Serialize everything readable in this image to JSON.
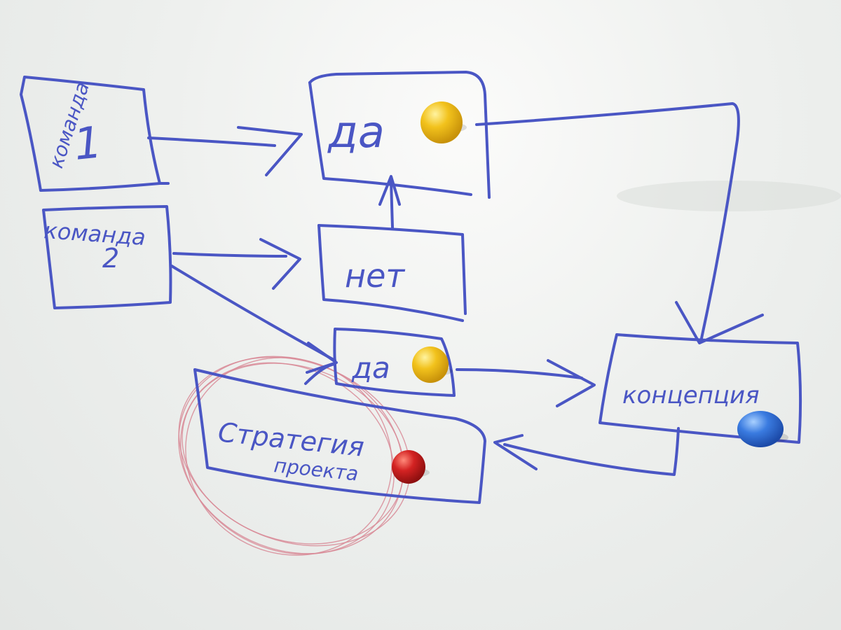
{
  "diagram": {
    "nodes": {
      "team1": {
        "line1": "команда",
        "line2": "1"
      },
      "team2": {
        "line1": "команда",
        "line2": "2"
      },
      "yes_top": {
        "label": "да"
      },
      "no": {
        "label": "нет"
      },
      "yes_mid": {
        "label": "да"
      },
      "concept": {
        "label": "концепция"
      },
      "strategy": {
        "line1": "Стратегия",
        "line2": "проекта"
      }
    },
    "magnets": {
      "yes_top": "#f2c21c",
      "yes_mid": "#f2c21c",
      "strategy": "#d32222",
      "concept": "#3a7be0"
    },
    "marker_color": "#4a56c4",
    "highlight_color": "#d88a96"
  }
}
